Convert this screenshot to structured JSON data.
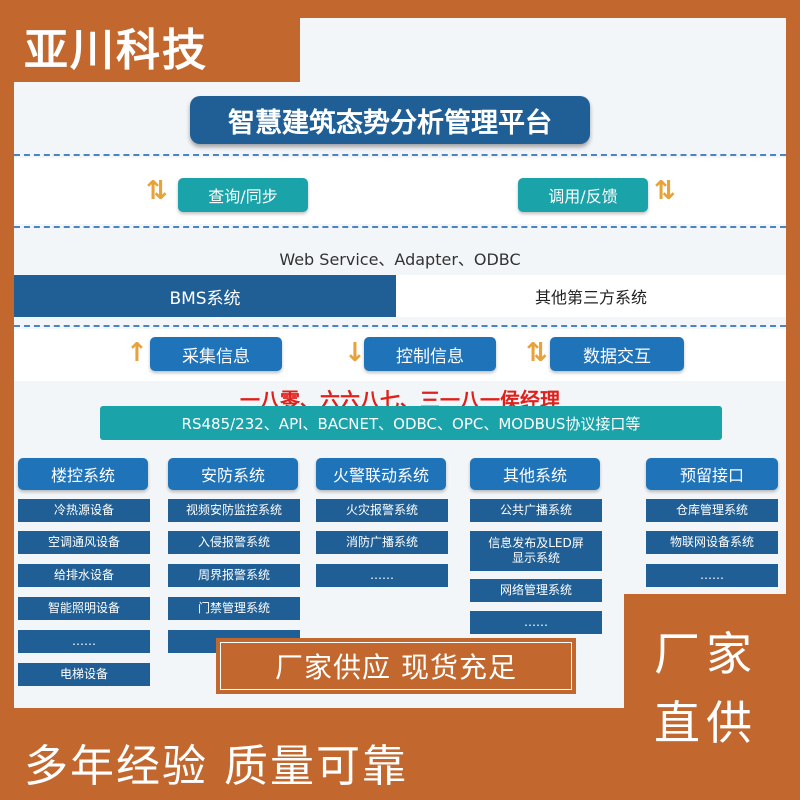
{
  "banner": {
    "top": "亚川科技",
    "bottom": "多年经验  质量可靠",
    "corner_line1": "厂家",
    "corner_line2": "直供",
    "promo": "厂家供应  现货充足"
  },
  "diagram": {
    "title": "智慧建筑态势分析管理平台",
    "query_label": "查询/同步",
    "call_label": "调用/反馈",
    "protocols_top": "Web Service、Adapter、ODBC",
    "bms_label": "BMS系统",
    "third_party_label": "其他第三方系统",
    "collect_label": "采集信息",
    "control_label": "控制信息",
    "exchange_label": "数据交互",
    "watermark": "一八零、六六八七、三一八一侯经理",
    "protocols_bottom": "RS485/232、API、BACNET、ODBC、OPC、MODBUS协议接口等",
    "columns": [
      {
        "head": "楼控系统",
        "items": [
          "冷热源设备",
          "空调通风设备",
          "给排水设备",
          "智能照明设备",
          "……",
          "电梯设备"
        ]
      },
      {
        "head": "安防系统",
        "items": [
          "视频安防监控系统",
          "入侵报警系统",
          "周界报警系统",
          "门禁管理系统",
          "……"
        ]
      },
      {
        "head": "火警联动系统",
        "items": [
          "火灾报警系统",
          "消防广播系统",
          "……"
        ]
      },
      {
        "head": "其他系统",
        "items": [
          "公共广播系统",
          "信息发布及LED屏\n显示系统",
          "网络管理系统",
          "……"
        ]
      },
      {
        "head": "预留接口",
        "items": [
          "仓库管理系统",
          "物联网设备系统",
          "……"
        ]
      }
    ]
  },
  "colors": {
    "banner": "#c2682f",
    "navy": "#1f5f95",
    "blue": "#1e73b9",
    "teal": "#1aa3a9",
    "arrow": "#e8a23a",
    "red": "#e0201b"
  },
  "icons": [
    "double-arrow-icon",
    "up-arrow-icon",
    "down-arrow-icon"
  ]
}
